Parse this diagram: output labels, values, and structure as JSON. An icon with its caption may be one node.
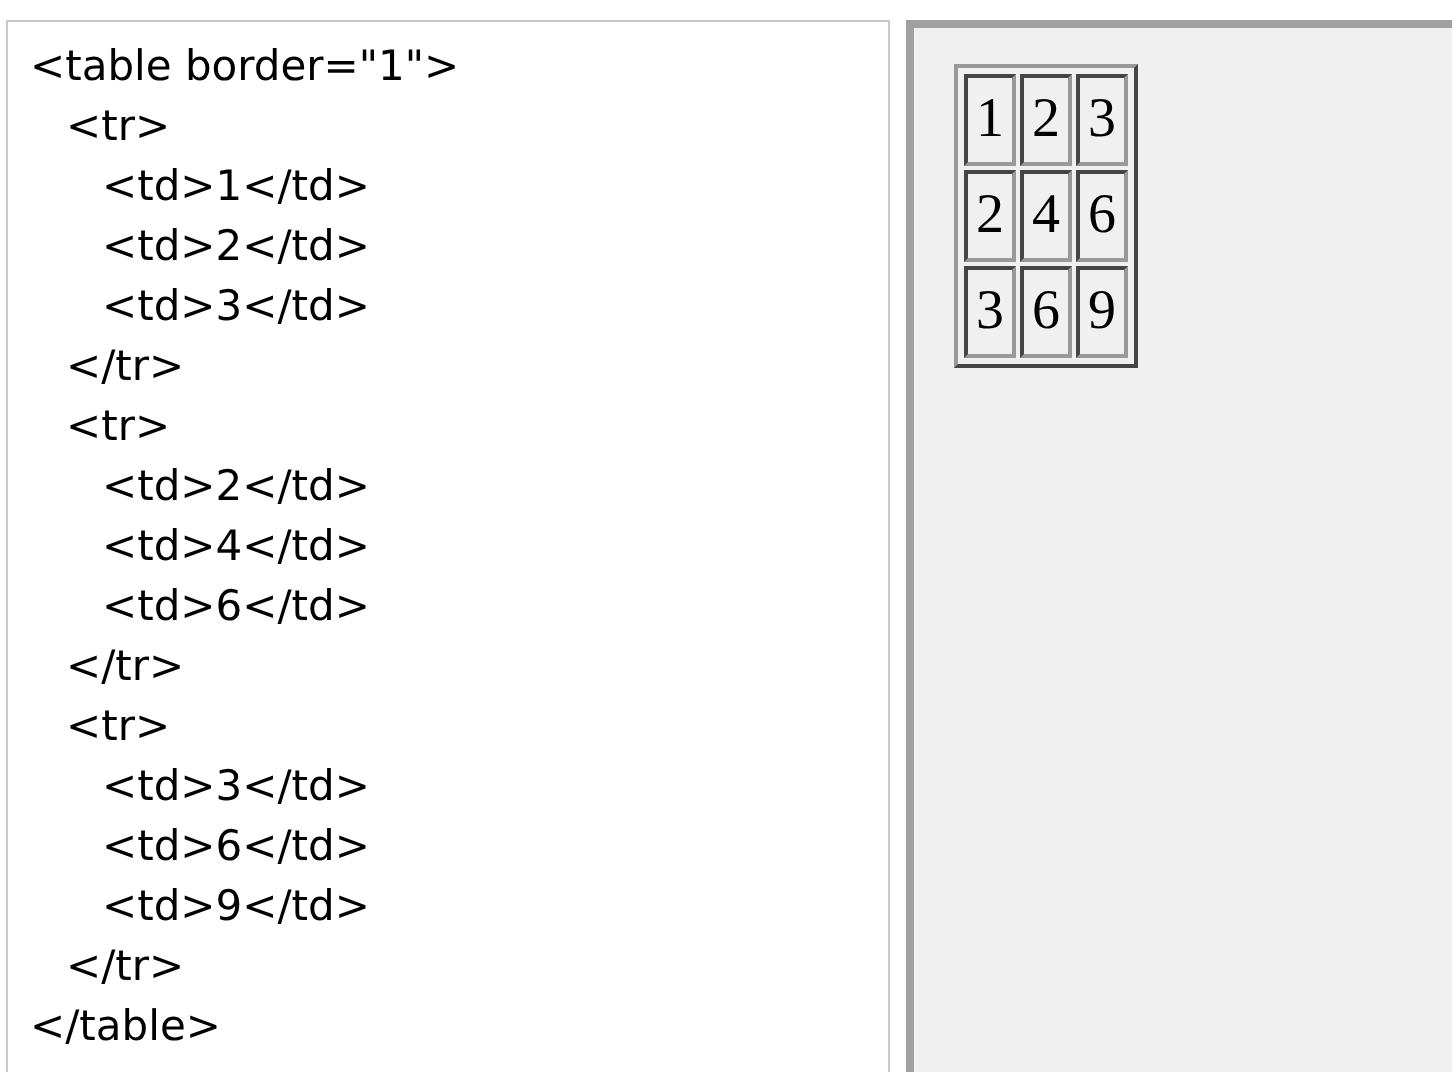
{
  "diagram": {
    "labels": [
      "<table border=\"1\">",
      "<tr>",
      "<td>1</td>",
      "<td>2</td>",
      "<td>3</td>",
      "</tr>",
      "<tr>",
      "<td>2</td>",
      "<td>4</td>",
      "<td>6</td>",
      "</tr>",
      "<tr>",
      "<td>3</td>",
      "<td>6</td>",
      "<td>9</td>",
      "</tr>",
      "</table>",
      "1",
      "2",
      "3",
      "2",
      "4",
      "6",
      "3",
      "6",
      "9"
    ]
  }
}
